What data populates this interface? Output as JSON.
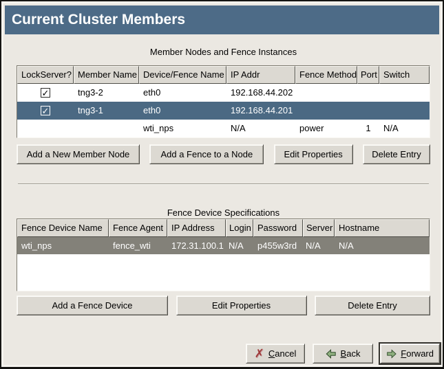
{
  "window": {
    "title": "Current Cluster Members"
  },
  "colors": {
    "title_bar": "#4d6b87",
    "selection_active": "#4b6983",
    "selection_inactive": "#838179",
    "window_bg": "#ebe8e2",
    "button_face": "#dcd9d2",
    "cancel_icon_red": "#9e3a3a",
    "arrow_icon_green": "#8fb07f"
  },
  "members_section": {
    "caption": "Member Nodes and Fence Instances",
    "columns": [
      "LockServer?",
      "Member Name",
      "Device/Fence Name",
      "IP Addr",
      "Fence Method",
      "Port",
      "Switch"
    ],
    "rows": [
      {
        "lockserver_check": "✓",
        "member_name": "tng3-2",
        "device_fence_name": "eth0",
        "ip_addr": "192.168.44.202",
        "fence_method": "",
        "port": "",
        "switch": "",
        "selected": false
      },
      {
        "lockserver_check": "✓",
        "member_name": "tng3-1",
        "device_fence_name": "eth0",
        "ip_addr": "192.168.44.201",
        "fence_method": "",
        "port": "",
        "switch": "",
        "selected": true
      },
      {
        "lockserver_check": "",
        "member_name": "",
        "device_fence_name": "wti_nps",
        "ip_addr": "N/A",
        "fence_method": "power",
        "port": "1",
        "switch": "N/A",
        "selected": false
      }
    ],
    "buttons": [
      "Add a New Member Node",
      "Add a Fence to a Node",
      "Edit Properties",
      "Delete Entry"
    ]
  },
  "fence_section": {
    "caption": "Fence Device Specifications",
    "columns": [
      "Fence Device Name",
      "Fence Agent",
      "IP Address",
      "Login",
      "Password",
      "Server",
      "Hostname"
    ],
    "rows": [
      {
        "fence_device_name": "wti_nps",
        "fence_agent": "fence_wti",
        "ip_address": "172.31.100.1",
        "login": "N/A",
        "password": "p455w3rd",
        "server": "N/A",
        "hostname": "N/A",
        "selected": true
      }
    ],
    "buttons": [
      "Add a Fence Device",
      "Edit Properties",
      "Delete Entry"
    ]
  },
  "wizard_nav": {
    "cancel": {
      "icon_glyph": "✗",
      "mnemonic": "C",
      "rest": "ancel"
    },
    "back": {
      "mnemonic": "B",
      "rest": "ack"
    },
    "forward": {
      "mnemonic": "F",
      "rest": "orward"
    }
  }
}
